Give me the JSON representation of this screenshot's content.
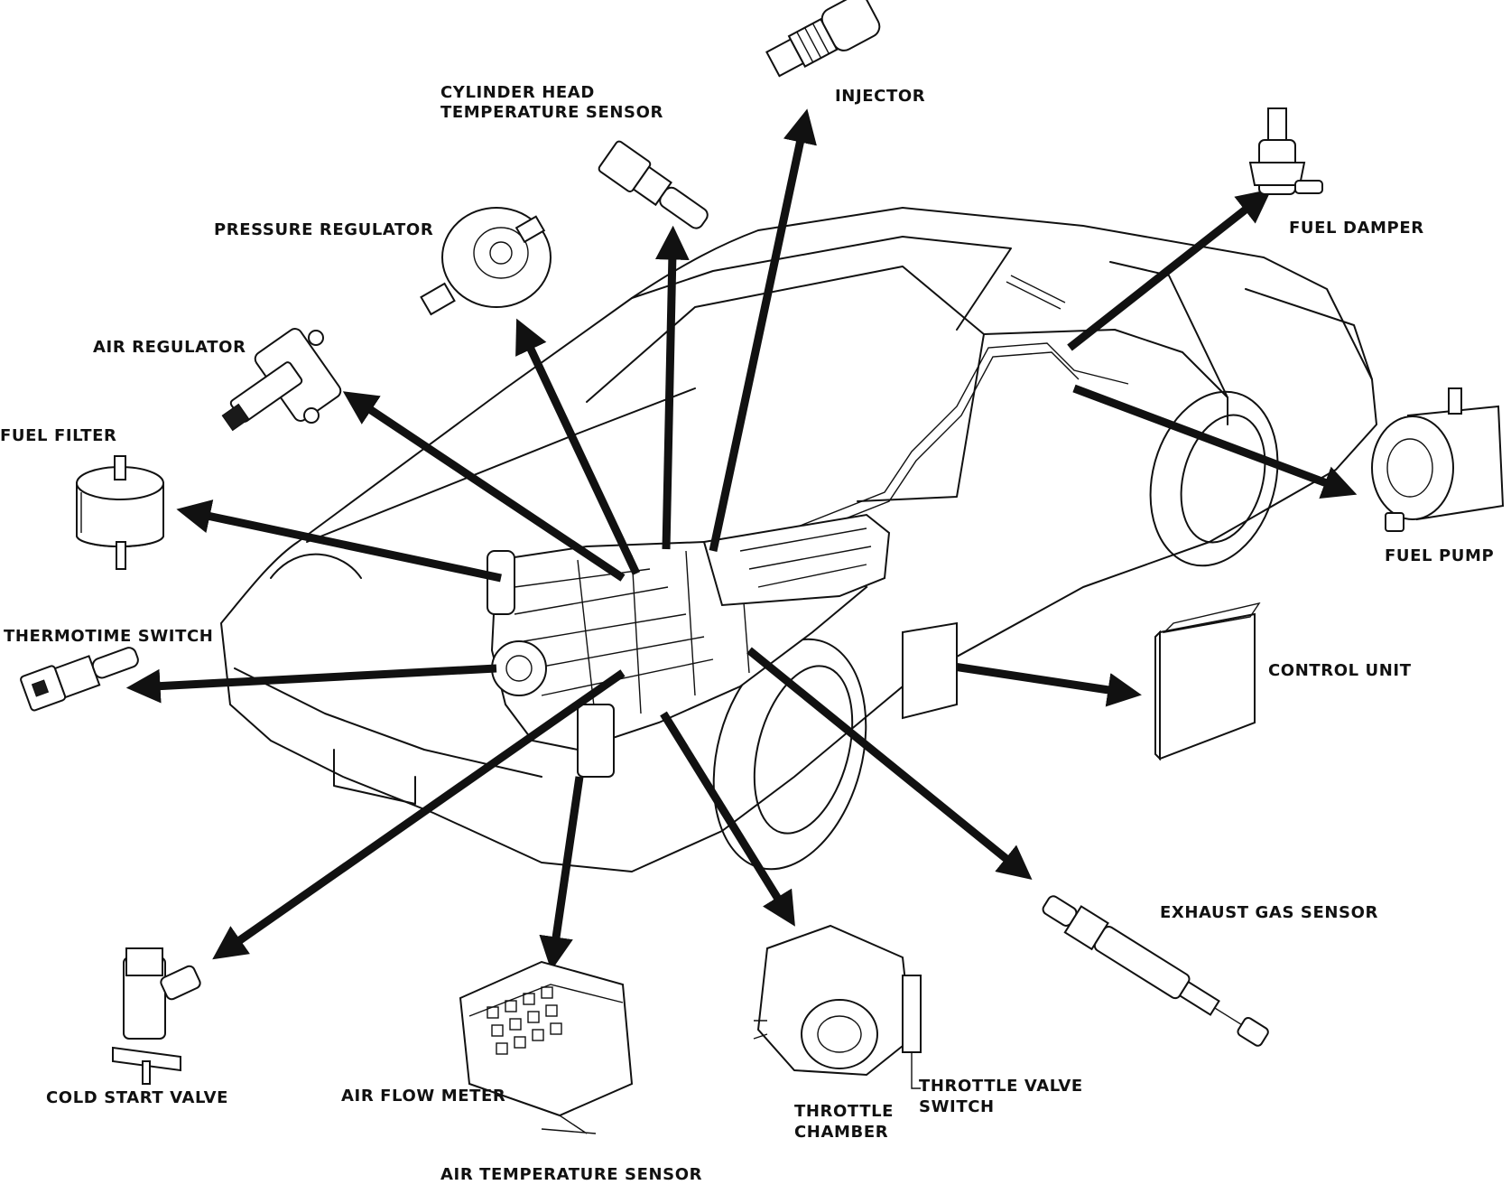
{
  "diagram": {
    "subject": "fuel-injection-system-components",
    "labels": {
      "cylinder_head_sensor_line1": "CYLINDER HEAD",
      "cylinder_head_sensor_line2": "TEMPERATURE SENSOR",
      "injector": "INJECTOR",
      "fuel_damper": "FUEL DAMPER",
      "pressure_regulator": "PRESSURE REGULATOR",
      "air_regulator": "AIR REGULATOR",
      "fuel_filter": "FUEL FILTER",
      "fuel_pump": "FUEL PUMP",
      "thermotime_switch": "THERMOTIME SWITCH",
      "control_unit": "CONTROL UNIT",
      "exhaust_gas_sensor": "EXHAUST GAS SENSOR",
      "cold_start_valve": "COLD START VALVE",
      "air_flow_meter": "AIR FLOW METER",
      "throttle_chamber_line1": "THROTTLE",
      "throttle_chamber_line2": "CHAMBER",
      "throttle_valve_switch_line1": "THROTTLE VALVE",
      "throttle_valve_switch_line2": "SWITCH",
      "air_temperature_sensor": "AIR TEMPERATURE SENSOR"
    }
  }
}
